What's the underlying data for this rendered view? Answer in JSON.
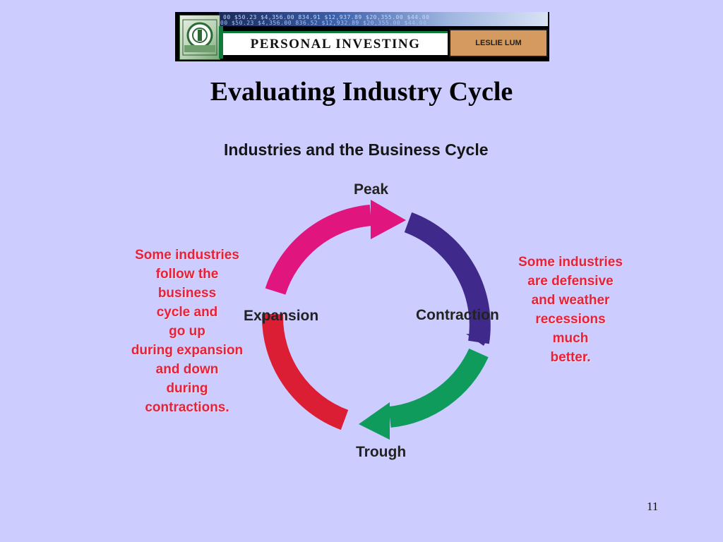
{
  "banner": {
    "title": "PERSONAL INVESTING",
    "author": "LESLIE LUM",
    "ticker_line1": "00  $50.23  $4,356.00  834.91  $12,937.89  $20,355.00  $44.00",
    "ticker_line2": "00  $50.23  $4,356.00  836.52  $12,932.89  $20,355.00  $44.00"
  },
  "slide": {
    "title": "Evaluating Industry Cycle",
    "page_number": "11"
  },
  "diagram": {
    "title": "Industries and the Business Cycle",
    "stages": {
      "peak": "Peak",
      "contraction": "Contraction",
      "trough": "Trough",
      "expansion": "Expansion"
    },
    "colors": {
      "expansion_arc": "#e0157e",
      "contraction_arc": "#3f2a8c",
      "trough_arc": "#0e9b5c",
      "recovery_arc": "#dc1e35",
      "note_text": "#e8203a"
    },
    "left_note": [
      "Some industries",
      "follow the",
      "business",
      "cycle and",
      "go up",
      "during expansion",
      "and down",
      "during",
      "contractions."
    ],
    "right_note": [
      "Some industries",
      "are defensive",
      "and weather",
      "recessions",
      "much",
      "better."
    ]
  }
}
